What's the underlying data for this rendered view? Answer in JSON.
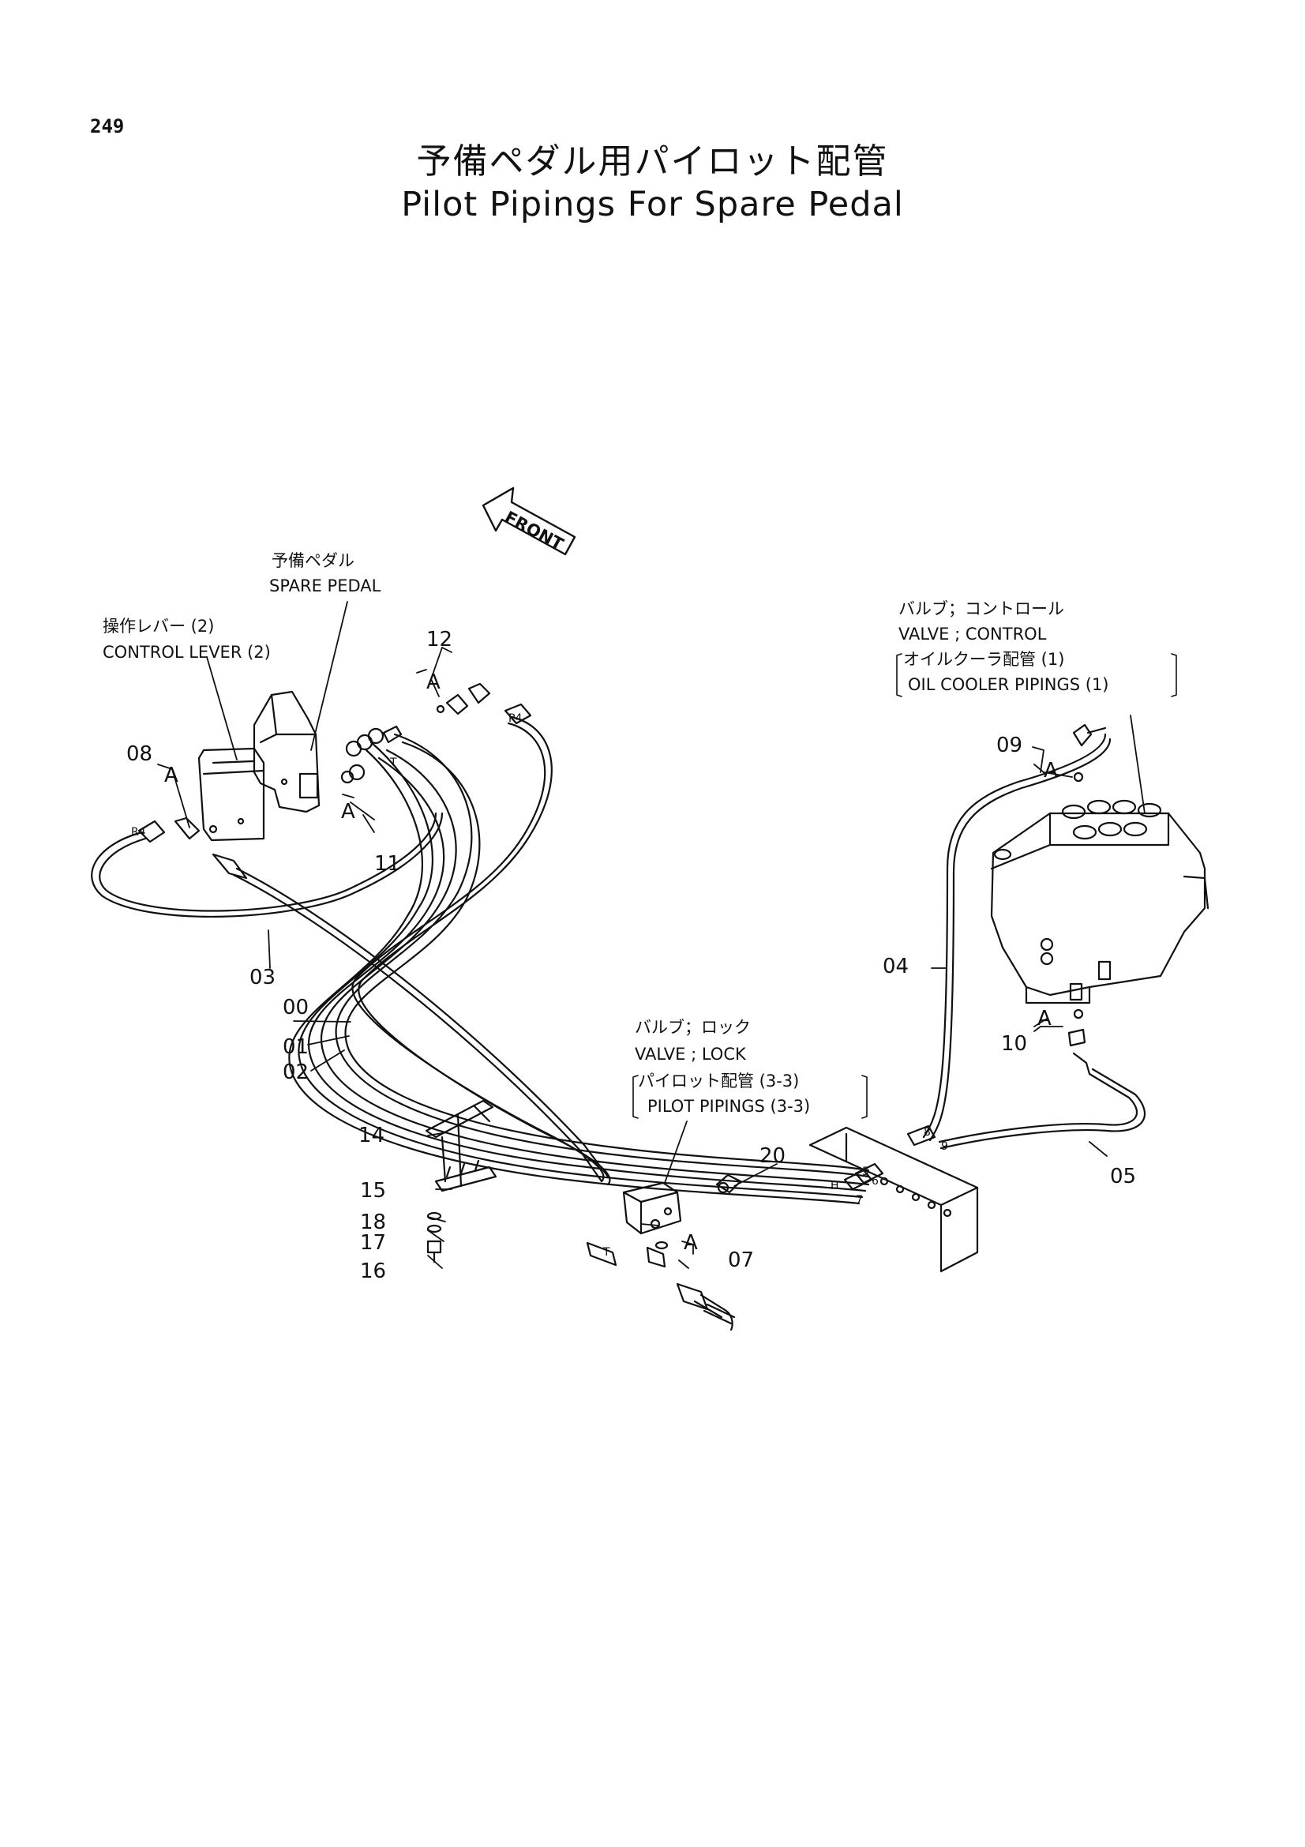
{
  "page_number": "249",
  "title_jp": "予備ペダル用パイロット配管",
  "title_en": "Pilot Pipings For Spare Pedal",
  "front_arrow": "FRONT",
  "labels": {
    "spare_pedal_jp": "予備ペダル",
    "spare_pedal_en": "SPARE PEDAL",
    "control_lever_jp": "操作レバー (2)",
    "control_lever_en": "CONTROL  LEVER (2)",
    "valve_control_jp": "バルブ；コントロール",
    "valve_control_en": "VALVE ; CONTROL",
    "oil_cooler_jp": "オイルクーラ配管 (1)",
    "oil_cooler_en": "OIL  COOLER  PIPINGS (1)",
    "valve_lock_jp": "バルブ；ロック",
    "valve_lock_en": "VALVE ; LOCK",
    "pilot_pipings_jp": "パイロット配管 (3-3)",
    "pilot_pipings_en": "PILOT  PIPINGS (3-3)"
  },
  "callouts": [
    "00",
    "01",
    "02",
    "03",
    "04",
    "05",
    "07",
    "08",
    "09",
    "10",
    "11",
    "12",
    "14",
    "15",
    "16",
    "17",
    "18",
    "20"
  ],
  "detail_marker": "A",
  "port_marks": [
    "P4",
    "R4",
    "T",
    "H",
    "5",
    "6",
    "7",
    "8",
    "9"
  ]
}
